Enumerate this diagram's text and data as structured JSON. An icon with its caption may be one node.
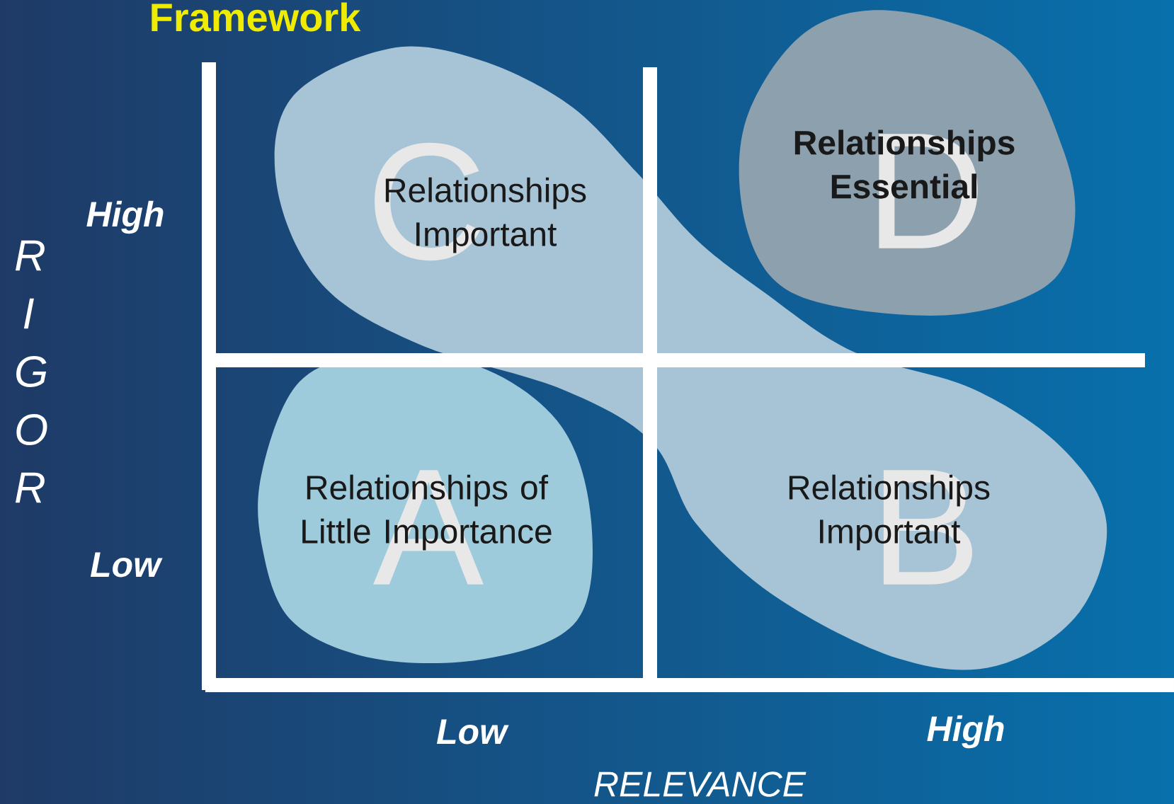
{
  "diagram": {
    "title": "Framework",
    "nodes": [
      {
        "text": [
          "C",
          "Relationships Important"
        ]
      },
      {
        "text": [
          "D",
          "Relationships Essential"
        ]
      },
      {
        "text": [
          "A",
          "Relationships of Little Importance"
        ]
      },
      {
        "text": [
          "B",
          "Relationships Important"
        ]
      }
    ],
    "labels": [
      "High",
      "R I G O R",
      "Low",
      "Low",
      "High",
      "RELEVANCE"
    ]
  }
}
